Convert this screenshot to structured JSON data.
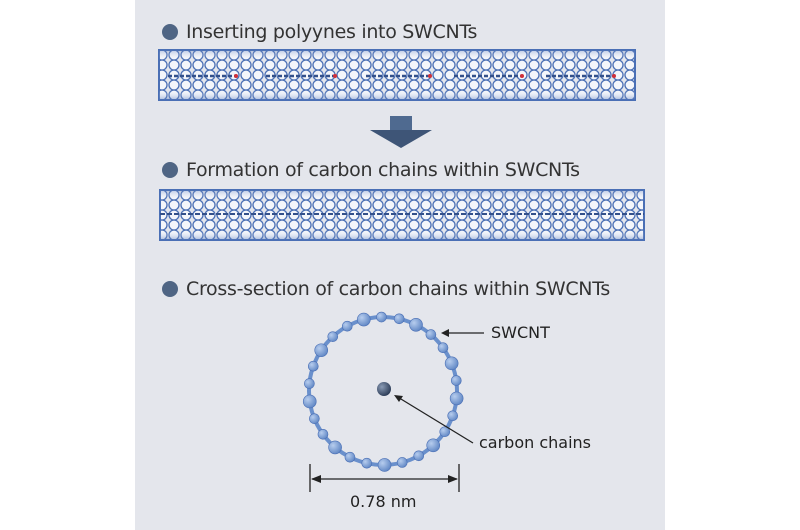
{
  "steps": [
    {
      "heading": "Inserting polyynes into SWCNTs"
    },
    {
      "heading": "Formation of carbon chains within SWCNTs"
    },
    {
      "heading": "Cross-section of carbon chains within SWCNTs"
    }
  ],
  "cross_section": {
    "tube_label": "SWCNT",
    "chain_label": "carbon chains",
    "diameter_label": "0.78 nm"
  },
  "colors": {
    "panel": "#e4e6ec",
    "bullet": "#4f6584",
    "tube": "#4a6fb5",
    "atom": "#7fa3d6",
    "arrow": "#3e5577",
    "polyyne_end": "#d0303a"
  }
}
